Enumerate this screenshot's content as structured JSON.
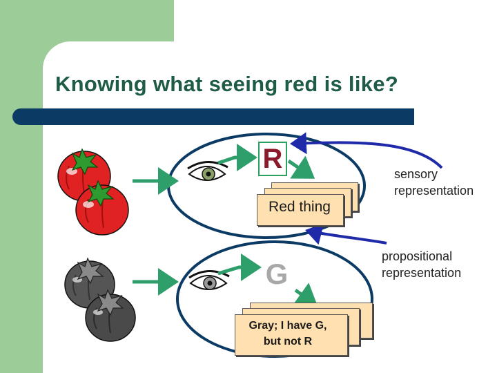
{
  "slide": {
    "title": "Knowing what seeing red is like?"
  },
  "diagram": {
    "top": {
      "percept_letter": "R",
      "card_label": "Red thing"
    },
    "bottom": {
      "percept_letter": "G",
      "card_label_line1": "Gray; I have G,",
      "card_label_line2": "but not R"
    },
    "labels": {
      "sensory_line1": "sensory",
      "sensory_line2": "representation",
      "propositional_line1": "propositional",
      "propositional_line2": "representation"
    }
  },
  "colors": {
    "title": "#1f5c45",
    "title_bar": "#0b3a64",
    "green_band": "#9ccc98",
    "arrow_green": "#2e9e6b",
    "arrow_blue": "#1e2aa8",
    "ellipse": "#0b3a64",
    "letter_r": "#8b1a2b",
    "letter_g": "#a8a8a8",
    "card_fill": "#ffe0b0",
    "tomato_red": "#e02222",
    "tomato_gray": "#555555"
  },
  "icons": [
    "red-tomato-icon",
    "gray-tomato-icon",
    "eye-icon"
  ]
}
